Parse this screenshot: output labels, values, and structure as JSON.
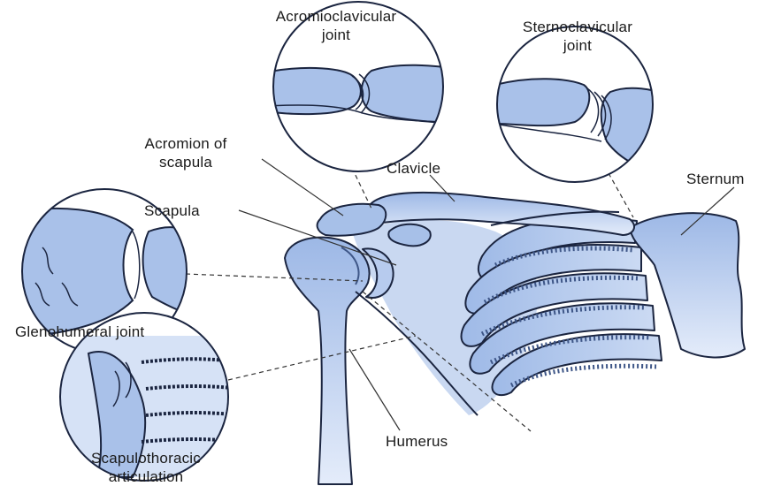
{
  "labels": {
    "acromioclavicular": {
      "line1": "Acromioclavicular",
      "line2": "joint"
    },
    "sternoclavicular": {
      "line1": "Sternoclavicular",
      "line2": "joint"
    },
    "acromion": {
      "line1": "Acromion of",
      "line2": "scapula"
    },
    "clavicle": "Clavicle",
    "sternum": "Sternum",
    "scapula": "Scapula",
    "glenohumeral": "Glenohumeral joint",
    "humerus": "Humerus",
    "scapulothoracic": {
      "line1": "Scapulothoracic",
      "line2": "articulation"
    }
  },
  "colors": {
    "bone_fill": "#aac3ea",
    "bone_light": "#d6e2f6",
    "outline": "#1b2540",
    "shadow": "#3e5687",
    "leader": "#333333"
  }
}
